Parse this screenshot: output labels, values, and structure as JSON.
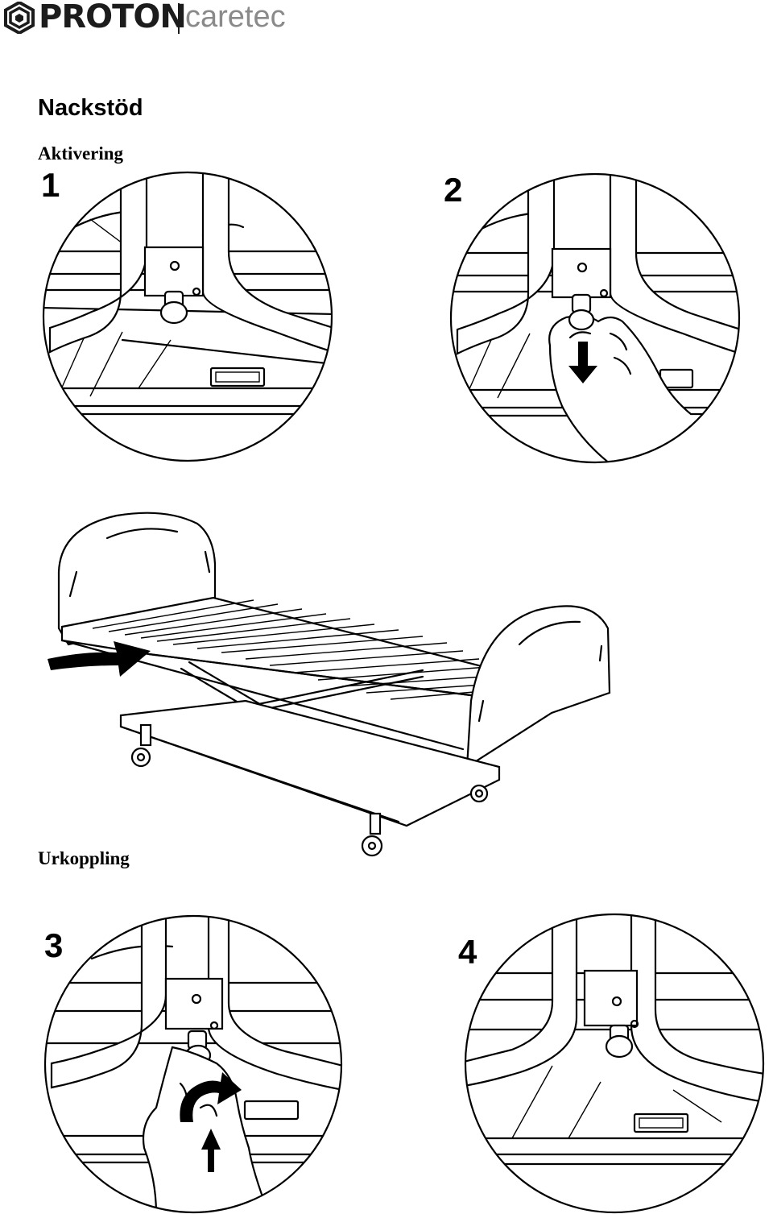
{
  "header": {
    "brand": "PROTON",
    "sub_brand": "caretec"
  },
  "title": "Nackstöd",
  "sections": {
    "activation": "Aktivering",
    "release": "Urkoppling"
  },
  "steps": [
    "1",
    "2",
    "3",
    "4"
  ],
  "icons": {
    "logo": "proton-hexagon-logo",
    "arrow": "arrow-icon"
  }
}
